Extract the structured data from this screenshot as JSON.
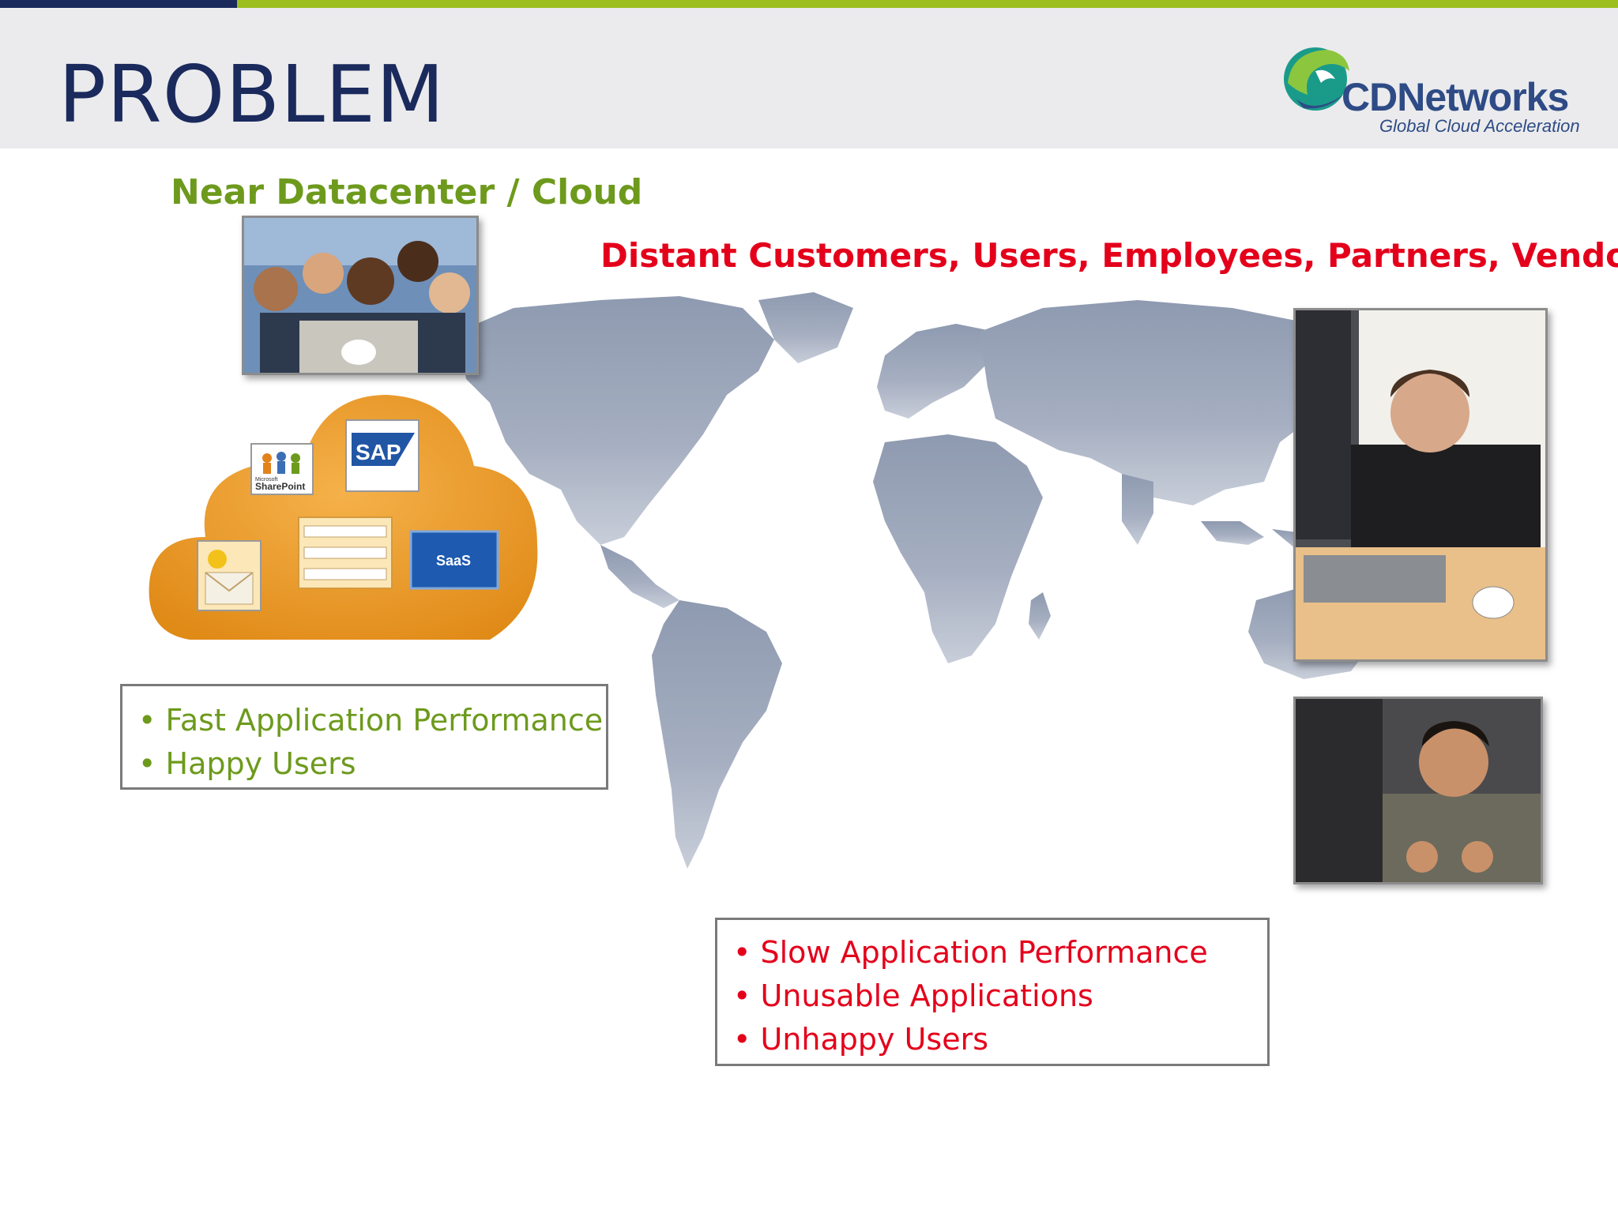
{
  "slide": {
    "title": "PROBLEM",
    "logo": {
      "name": "CDNetworks",
      "tagline": "Global Cloud Acceleration"
    },
    "near_label": "Near Datacenter / Cloud",
    "distant_label": "Distant Customers, Users, Employees, Partners, Vendors",
    "cloud_icons": {
      "sharepoint_brand": "Microsoft",
      "sharepoint": "SharePoint",
      "sap": "SAP",
      "saas": "SaaS"
    },
    "near_bullets": [
      "Fast Application Performance",
      "Happy Users"
    ],
    "distant_bullets": [
      "Slow Application Performance",
      "Unusable Applications",
      "Unhappy Users"
    ]
  },
  "colors": {
    "navy": "#1b2a5c",
    "green": "#6d9a1d",
    "red": "#e4001b",
    "cloud": "#f0a234"
  }
}
